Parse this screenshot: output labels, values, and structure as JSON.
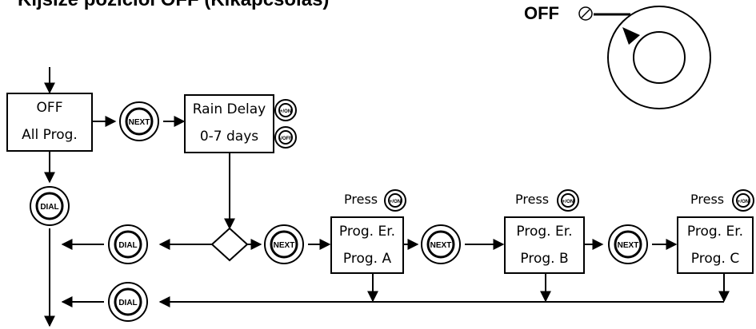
{
  "header": {
    "title": "Kijsize poziciol OFF (Kikapcsolas)"
  },
  "dial_indicator": {
    "label": "OFF",
    "icon": "power-off-icon"
  },
  "start_box": {
    "line1": "OFF",
    "line2": "All Prog."
  },
  "rain_delay_box": {
    "line1": "Rain Delay",
    "line2": "0-7 days"
  },
  "program_boxes": [
    {
      "press_label": "Press",
      "line1": "Prog. Er.",
      "line2": "Prog. A"
    },
    {
      "press_label": "Press",
      "line1": "Prog. Er.",
      "line2": "Prog. B"
    },
    {
      "press_label": "Press",
      "line1": "Prog. Er.",
      "line2": "Prog. C"
    }
  ],
  "buttons": {
    "next": "NEXT",
    "dial": "DIAL",
    "plus_on": "+/ON",
    "minus_off": "-/OFF"
  },
  "colors": {
    "ink": "#000000",
    "background": "#ffffff"
  }
}
